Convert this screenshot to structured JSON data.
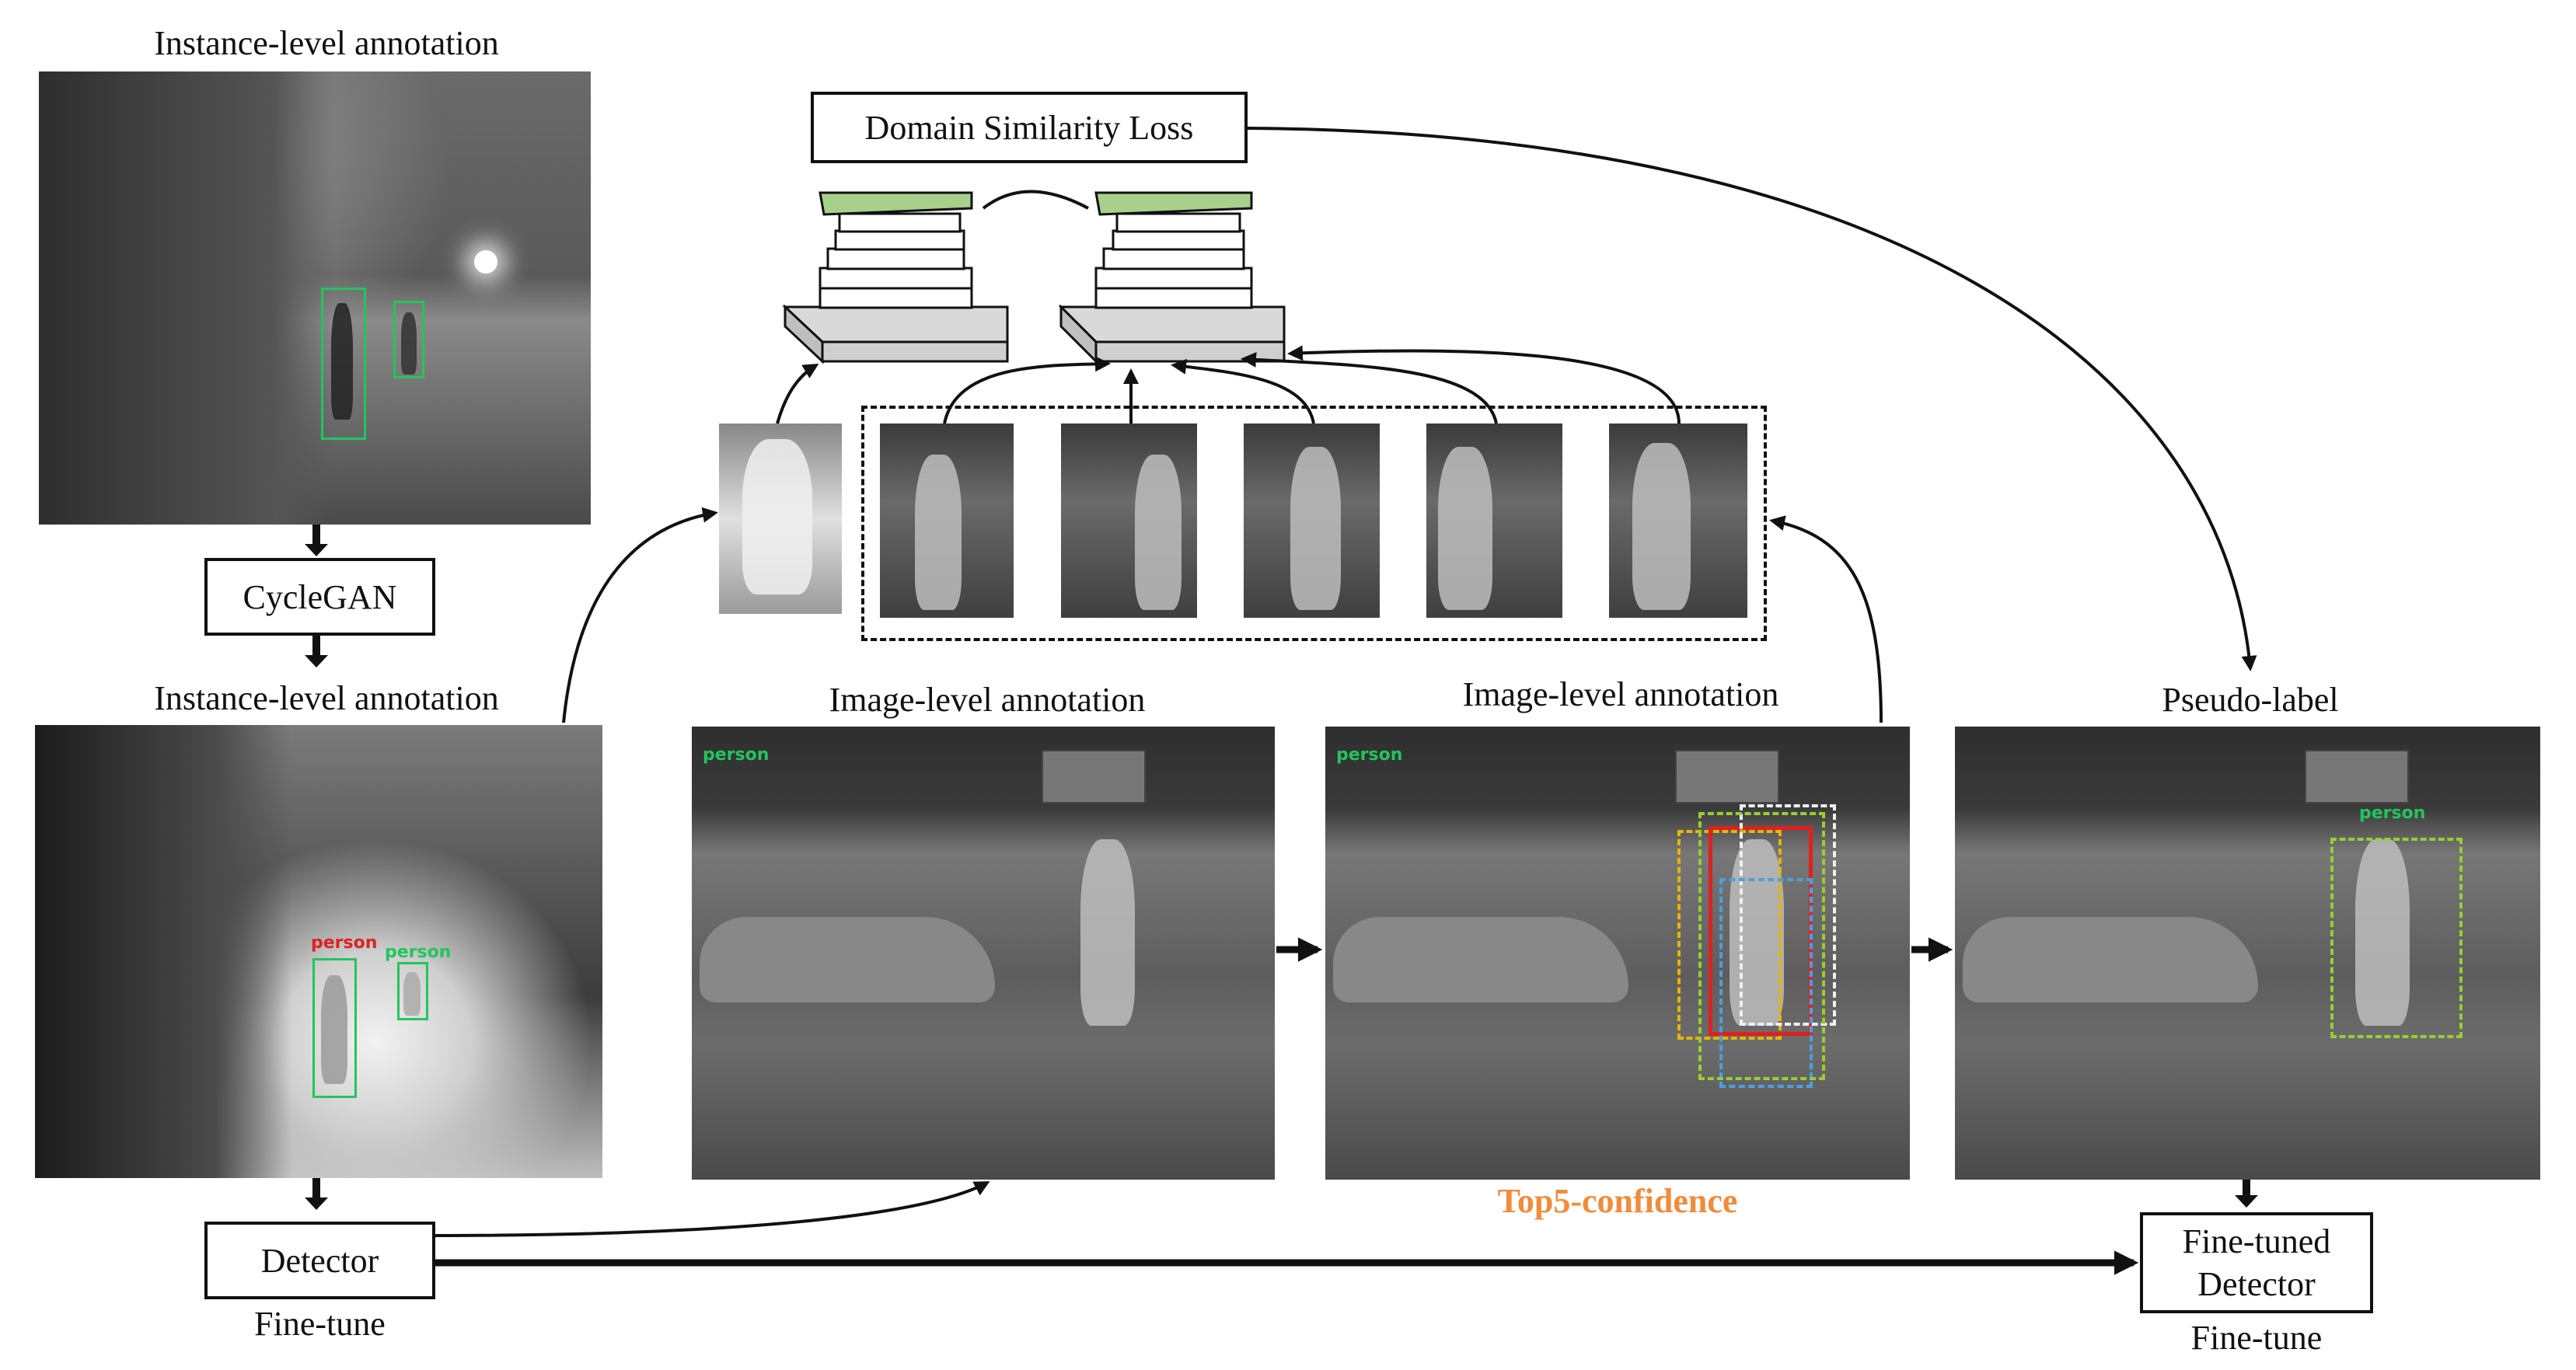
{
  "labels": {
    "instance_top": "Instance-level annotation",
    "instance_mid": "Instance-level annotation",
    "image_level_1": "Image-level annotation",
    "image_level_2": "Image-level annotation",
    "pseudo_label": "Pseudo-label",
    "top5": "Top5-confidence",
    "fine_tune_left": "Fine-tune",
    "fine_tune_right": "Fine-tune"
  },
  "boxes": {
    "cyclegan": "CycleGAN",
    "detector": "Detector",
    "domain_loss": "Domain Similarity Loss",
    "fine_tuned_line1": "Fine-tuned",
    "fine_tuned_line2": "Detector"
  },
  "tags": {
    "person": "person"
  },
  "colors": {
    "detection_green": "#22c55e",
    "top5_orange": "#f08c3c",
    "tower_green": "#a7d08c",
    "candidate_yellow": "#e6b400",
    "candidate_red": "#e02020",
    "candidate_white": "#f0f0f0",
    "candidate_blue": "#4aa0e0",
    "candidate_green": "#9acd32"
  }
}
